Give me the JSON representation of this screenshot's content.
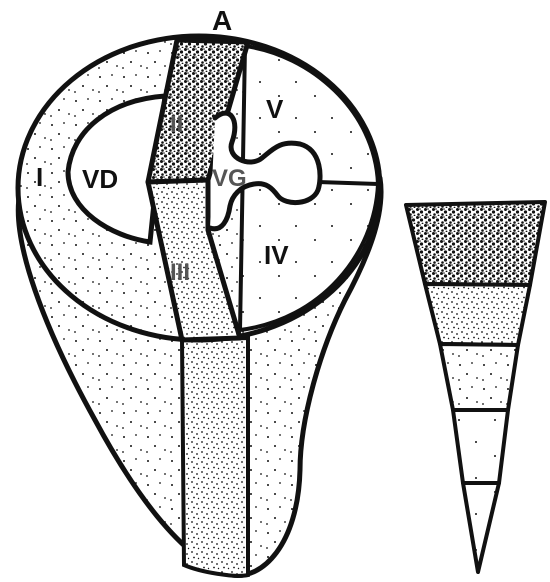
{
  "labels": {
    "A": "A",
    "I": "I",
    "II": "II",
    "III": "III",
    "IV": "IV",
    "V": "V",
    "VD": "VD",
    "VG": "VG"
  },
  "colors": {
    "ink": "#111111",
    "background": "#ffffff"
  }
}
